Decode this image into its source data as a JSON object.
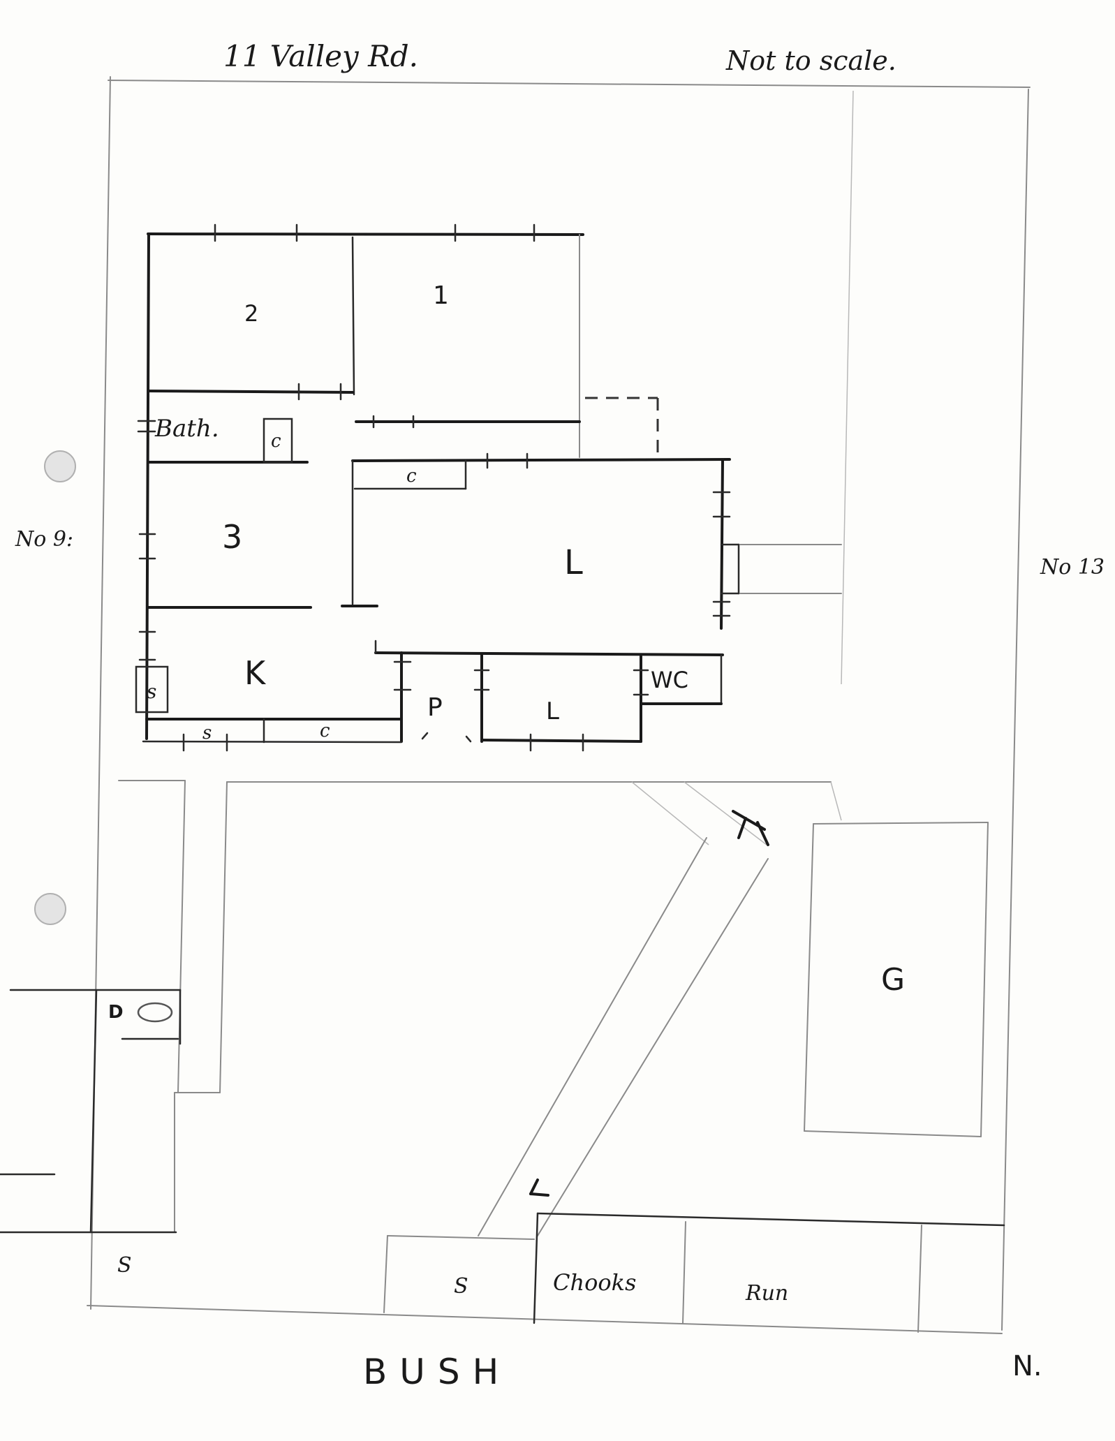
{
  "header": {
    "address": "11  Valley Rd.",
    "scale_note": "Not to scale."
  },
  "neighbours": {
    "left": "No 9:",
    "right": "No 13"
  },
  "rooms": {
    "bedroom_2": "2",
    "bedroom_1": "1",
    "bath": "Bath.",
    "cupboard_bath": "c",
    "cupboard_hall": "c",
    "bedroom_3": "3",
    "living": "L",
    "kitchen": "K",
    "sink": "s",
    "bench_s": "s",
    "bench_c": "c",
    "pantry": "P",
    "laundry": "L",
    "wc": "WC"
  },
  "yard": {
    "garage": "G",
    "drain": "D",
    "shed_left": "S",
    "shed_mid": "S",
    "chooks": "Chooks",
    "run": "Run"
  },
  "footer": {
    "bush": "BUSH",
    "north": "N."
  }
}
